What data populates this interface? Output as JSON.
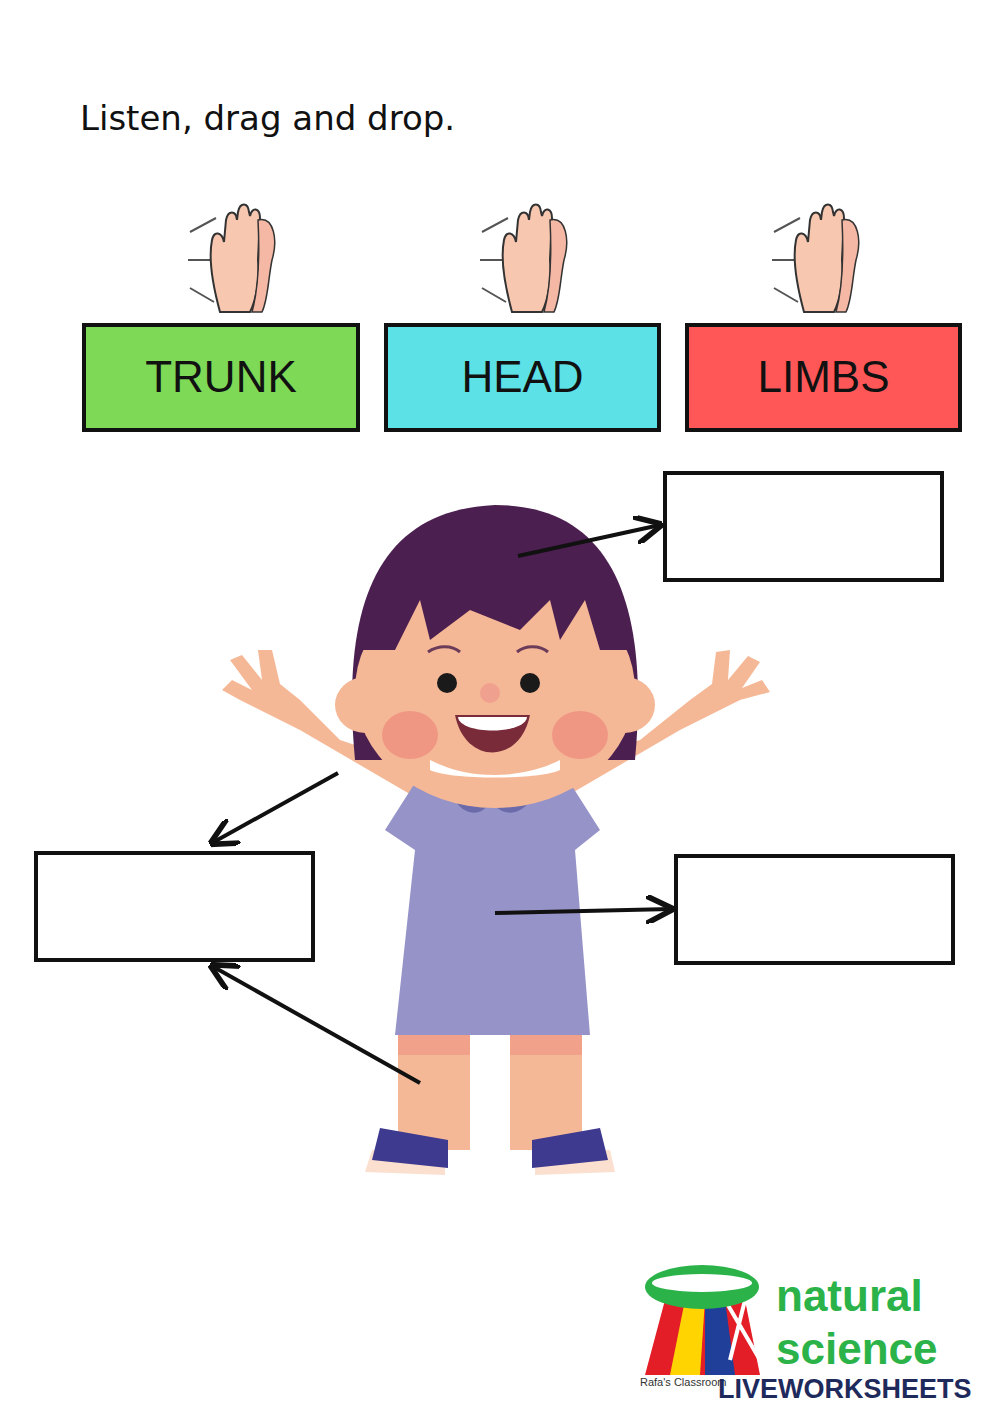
{
  "diagram": {
    "title": "Listen, drag and drop.",
    "nodes": [
      {
        "text": [
          "TRUNK"
        ]
      },
      {
        "text": [
          "HEAD"
        ]
      },
      {
        "text": [
          "LIMBS"
        ]
      }
    ],
    "labels": [
      "natural science",
      "Rafa's Classroom",
      "LIVEWORKSHEETS"
    ]
  }
}
